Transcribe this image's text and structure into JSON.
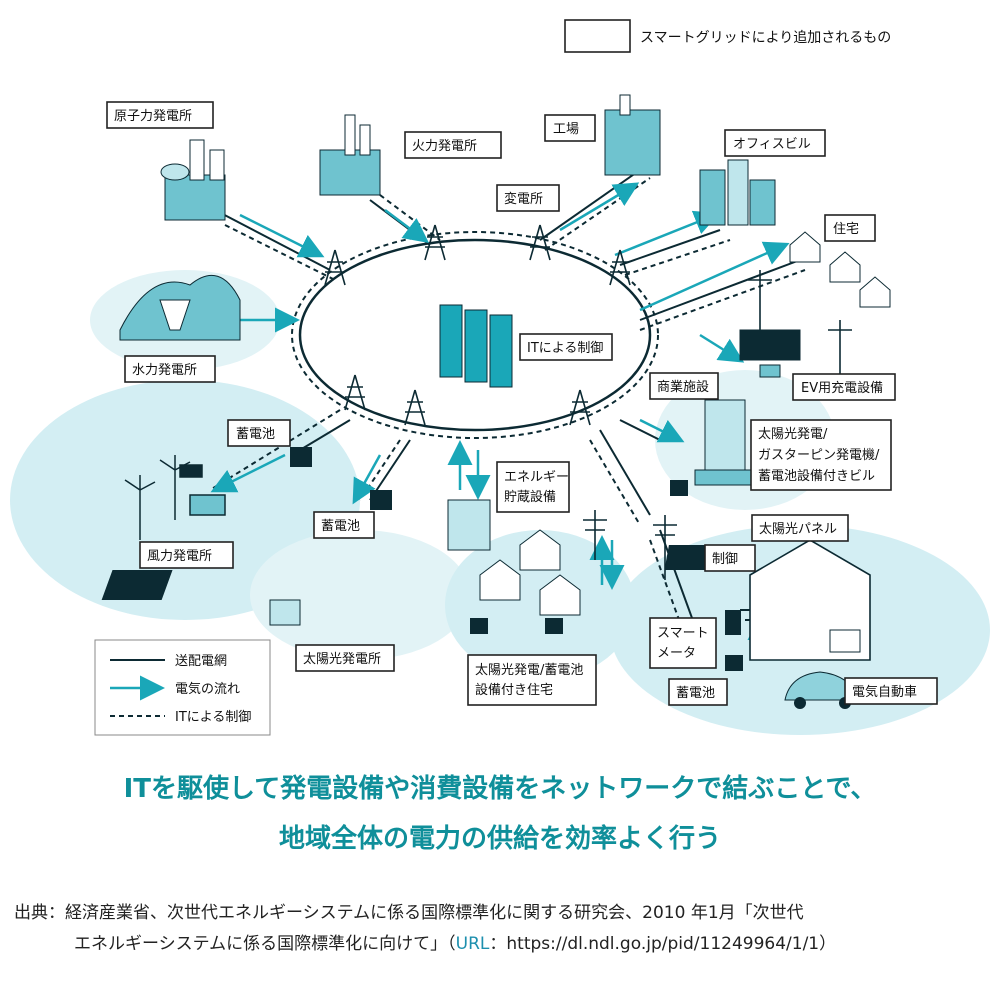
{
  "legend_top": "スマートグリッドにより追加されるもの",
  "center": "ITによる制御",
  "nodes": {
    "nuclear": "原子力発電所",
    "thermal": "火力発電所",
    "hydro": "水力発電所",
    "factory": "工場",
    "substation": "変電所",
    "office": "オフィスビル",
    "house": "住宅",
    "ev": "EV用充電設備",
    "commercial": "商業施設",
    "solar_bldg": [
      "太陽光発電/",
      "ガスターピン発電機/",
      "蓄電池設備付きビル"
    ],
    "battery1": "蓄電池",
    "battery2": "蓄電池",
    "battery3": "蓄電池",
    "energy_storage": [
      "エネルギー",
      "貯蔵設備"
    ],
    "solar_panel": "太陽光パネル",
    "control": "制御",
    "smart_meter": [
      "スマート",
      "メータ"
    ],
    "wind": "風力発電所",
    "solar_plant": "太陽光発電所",
    "solar_house": [
      "太陽光発電/蓄電池",
      "設備付き住宅"
    ],
    "electric_car": "電気自動車"
  },
  "legend": {
    "line": "送配電網",
    "arrow": "電気の流れ",
    "dashed": "ITによる制御"
  },
  "caption": {
    "line1": "ITを駆使して発電設備や消費設備をネットワークで結ぶことで、",
    "line2": "地域全体の電力の供給を効率よく行う"
  },
  "source": {
    "line1": "出典：経済産業省、次世代エネルギーシステムに係る国際標準化に関する研究会、2010 年1月「次世代",
    "line2_pre": "エネルギーシステムに係る国際標準化に向けて」（",
    "url_label": "URL",
    "line2_post": "：https://dl.ndl.go.jp/pid/11249964/1/1）"
  },
  "colors": {
    "accent": "#1aa7b8",
    "caption": "#0f8f9a",
    "region": "#d3eef3",
    "dark": "#0c2a33"
  }
}
